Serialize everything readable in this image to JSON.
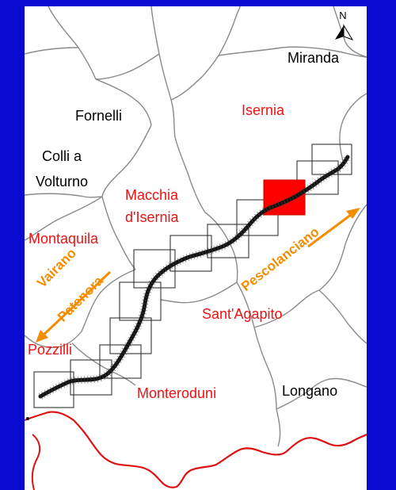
{
  "labels": {
    "north": "N",
    "miranda": "Miranda",
    "fornelli": "Fornelli",
    "isernia": "Isernia",
    "colli": "Colli a",
    "volturno": "Volturno",
    "macchia": "Macchia",
    "disernia": "d'Isernia",
    "montaquila": "Montaquila",
    "vairano": "Vairano",
    "patenora": "Patenora",
    "pescolanciano": "Pescolanciano",
    "santagapito": "Sant'Agapito",
    "pozzilli": "Pozzilli",
    "monteroduni": "Monteroduni",
    "longano": "Longano"
  },
  "colors": {
    "frame": "#0a0ad0",
    "road": "#111111",
    "borders": "#808080",
    "regional_border": "#dd1111",
    "highlight_tile": "#ff0000",
    "arrow": "#f28c00",
    "red_label": "#ee1111"
  }
}
